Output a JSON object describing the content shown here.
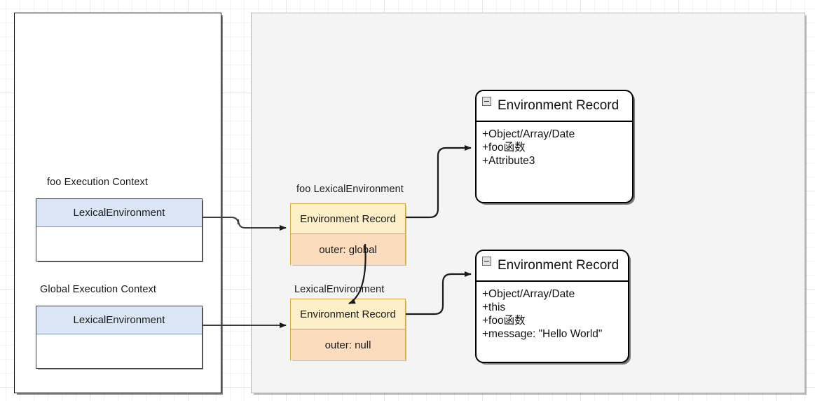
{
  "diagram": {
    "title": "JavaScript Lexical Environment / Environment Record diagram",
    "colors": {
      "blue_header": "#dae5f5",
      "orange_header": "#fdf0c9",
      "orange_body": "#fbdcbd",
      "panel_gray": "#f4f4f4",
      "panel_white": "#ffffff",
      "stroke_dark": "#3c3c3c",
      "stroke_orange": "#d6a840",
      "grid_minor": "#f3f3f3",
      "grid_major": "#e8e8e8"
    }
  },
  "execution_contexts": [
    {
      "caption": "foo Execution Context",
      "header": "LexicalEnvironment",
      "body": ""
    },
    {
      "caption": "Global Execution Context",
      "header": "LexicalEnvironment",
      "body": ""
    }
  ],
  "lexical_environments": [
    {
      "caption": "foo LexicalEnvironment",
      "header": "Environment Record",
      "outer": "outer: global"
    },
    {
      "caption": "LexicalEnvironment",
      "header": "Environment Record",
      "outer": "outer: null"
    }
  ],
  "environment_records": [
    {
      "title": "Environment Record",
      "collapse_icon": "minus-square-icon",
      "attributes": [
        "+Object/Array/Date",
        "+foo函数",
        "+Attribute3"
      ]
    },
    {
      "title": "Environment Record",
      "collapse_icon": "minus-square-icon",
      "attributes": [
        "+Object/Array/Date",
        "+this",
        "+foo函数",
        "+message: \"Hello World\""
      ]
    }
  ]
}
